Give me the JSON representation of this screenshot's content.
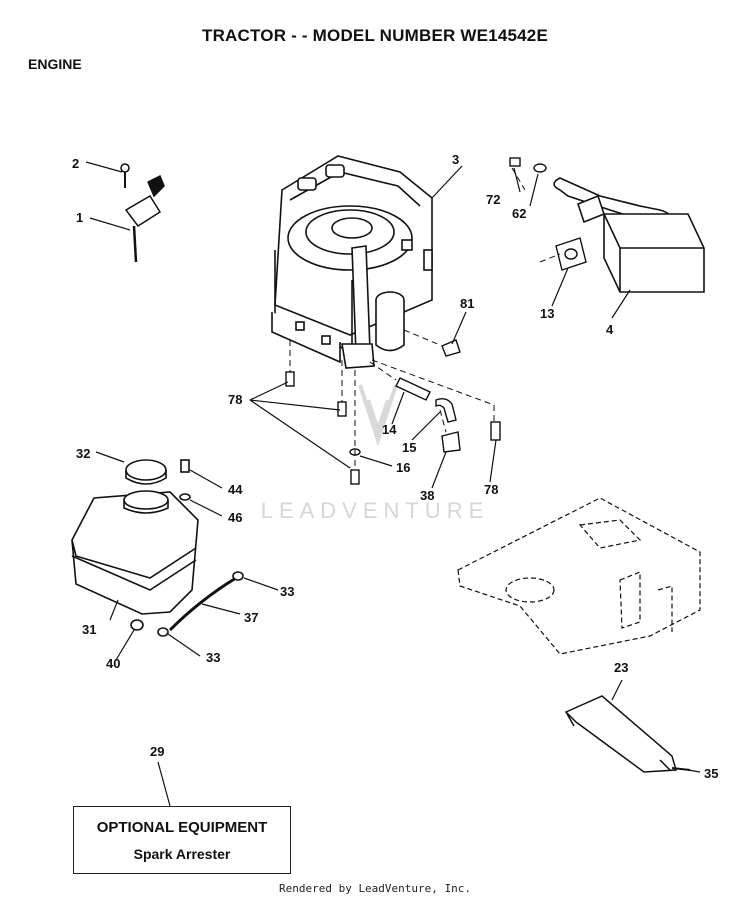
{
  "header": {
    "title": "TRACTOR - - MODEL NUMBER WE14542E",
    "section": "ENGINE"
  },
  "watermark": "LEADVENTURE",
  "callouts": {
    "c1": "1",
    "c2": "2",
    "c3": "3",
    "c4": "4",
    "c13": "13",
    "c14": "14",
    "c15": "15",
    "c16": "16",
    "c23": "23",
    "c29": "29",
    "c31": "31",
    "c32": "32",
    "c33a": "33",
    "c33b": "33",
    "c35": "35",
    "c37": "37",
    "c38": "38",
    "c40": "40",
    "c44": "44",
    "c46": "46",
    "c62": "62",
    "c72": "72",
    "c78a": "78",
    "c78b": "78",
    "c81": "81"
  },
  "optional_box": {
    "line1": "OPTIONAL EQUIPMENT",
    "line2": "Spark Arrester"
  },
  "footer": "Rendered by LeadVenture, Inc."
}
